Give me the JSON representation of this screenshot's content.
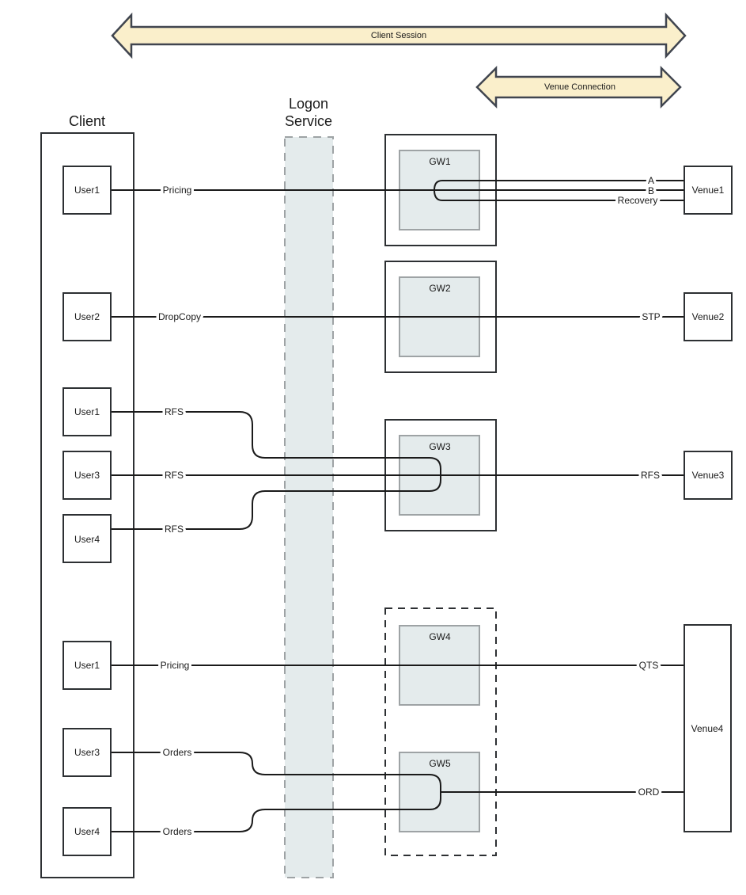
{
  "colors": {
    "arrow_fill": "#FAEFCB",
    "arrow_stroke": "#40454F",
    "gateway_fill": "#E4EBEC",
    "gateway_stroke": "#9EA3A5",
    "box_stroke": "#2D3033",
    "line_color": "#1A1A1A",
    "background": "#FFFFFF"
  },
  "arrows": {
    "client_session": "Client Session",
    "venue_connection": "Venue Connection"
  },
  "sections": {
    "client_title": "Client",
    "logon_title_line1": "Logon",
    "logon_title_line2": "Service"
  },
  "users": [
    {
      "label": "User1"
    },
    {
      "label": "User2"
    },
    {
      "label": "User1"
    },
    {
      "label": "User3"
    },
    {
      "label": "User4"
    },
    {
      "label": "User1"
    },
    {
      "label": "User3"
    },
    {
      "label": "User4"
    }
  ],
  "gateways": [
    {
      "label": "GW1"
    },
    {
      "label": "GW2"
    },
    {
      "label": "GW3"
    },
    {
      "label": "GW4"
    },
    {
      "label": "GW5"
    }
  ],
  "venues": [
    {
      "label": "Venue1"
    },
    {
      "label": "Venue2"
    },
    {
      "label": "Venue3"
    },
    {
      "label": "Venue4"
    }
  ],
  "connection_labels": {
    "left": [
      {
        "label": "Pricing"
      },
      {
        "label": "DropCopy"
      },
      {
        "label": "RFS"
      },
      {
        "label": "RFS"
      },
      {
        "label": "RFS"
      },
      {
        "label": "Pricing"
      },
      {
        "label": "Orders"
      },
      {
        "label": "Orders"
      }
    ],
    "right": [
      {
        "label": "A"
      },
      {
        "label": "B"
      },
      {
        "label": "Recovery"
      },
      {
        "label": "STP"
      },
      {
        "label": "RFS"
      },
      {
        "label": "QTS"
      },
      {
        "label": "ORD"
      }
    ]
  }
}
